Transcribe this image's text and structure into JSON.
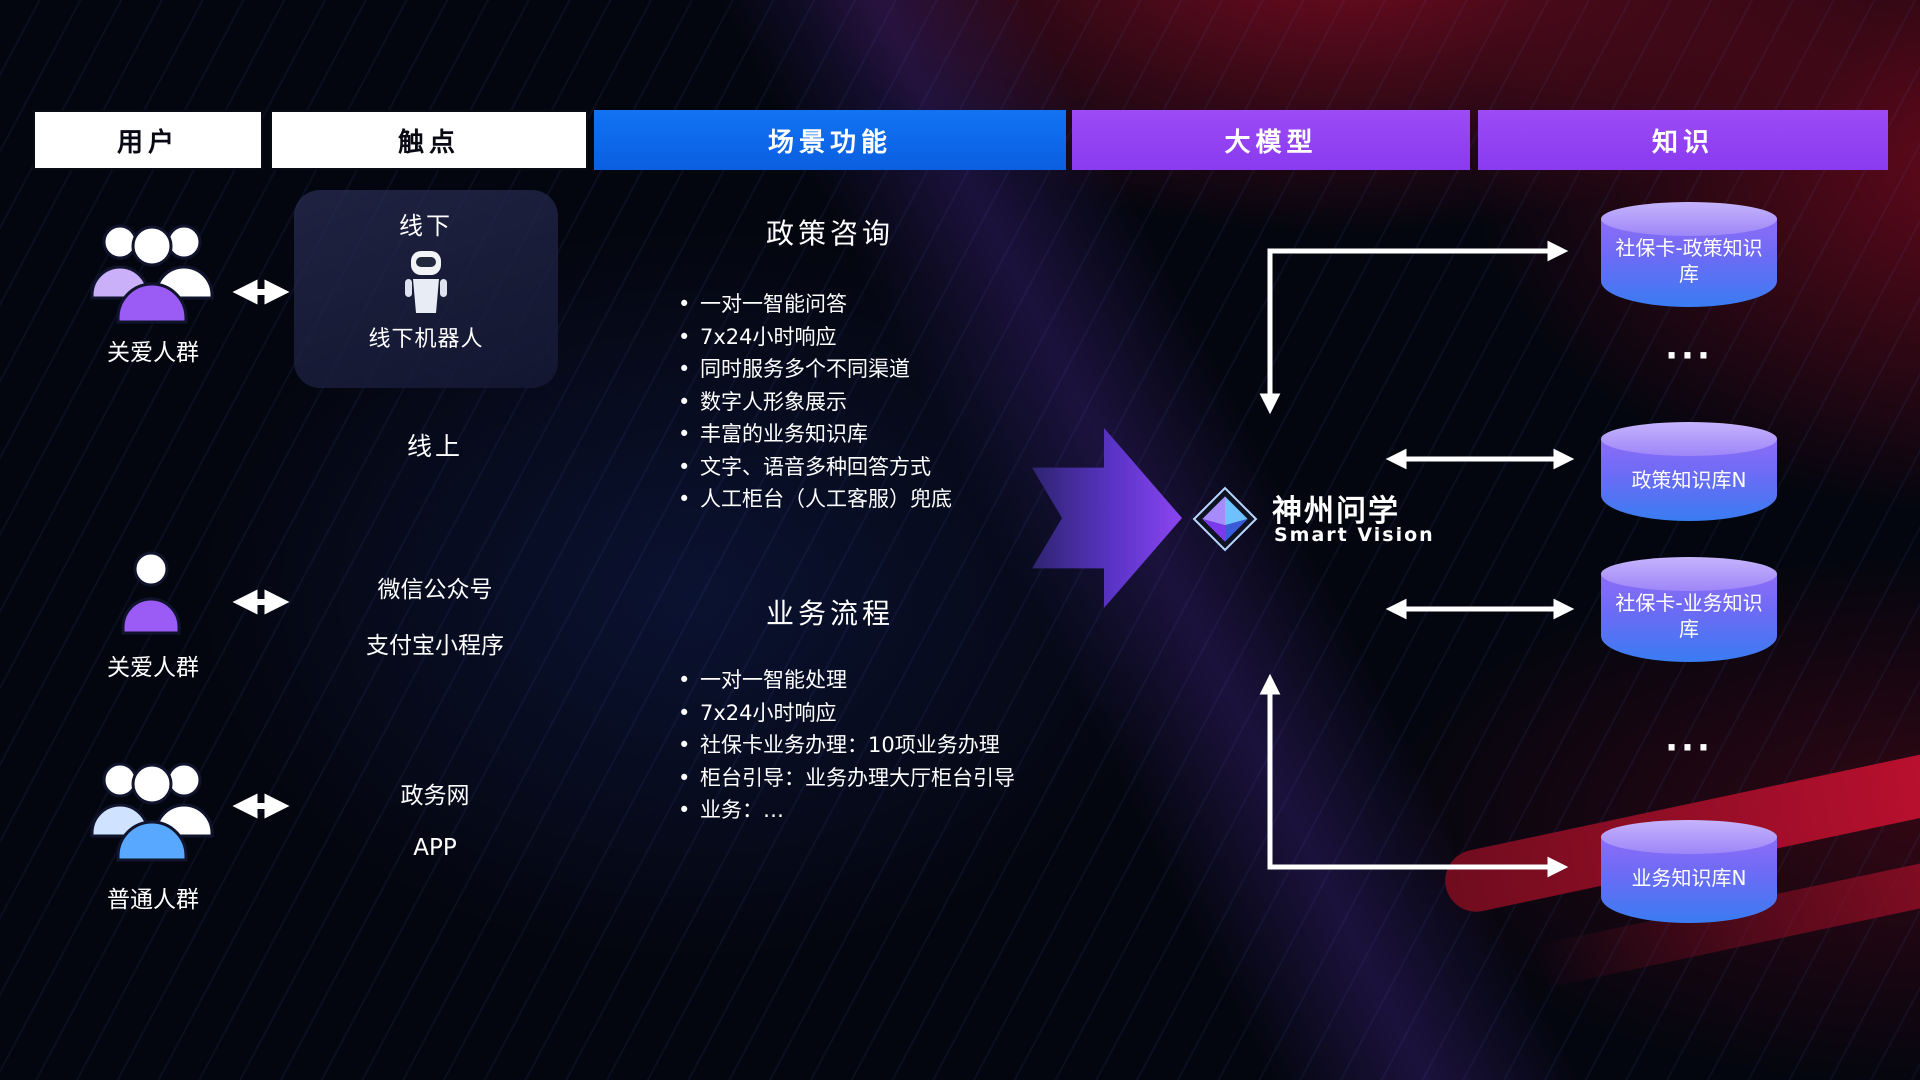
{
  "header": {
    "columns": [
      {
        "label": "用户"
      },
      {
        "label": "触点"
      },
      {
        "label": "场景功能"
      },
      {
        "label": "大模型"
      },
      {
        "label": "知识"
      }
    ]
  },
  "users": [
    {
      "label": "关爱人群"
    },
    {
      "label": "关爱人群"
    },
    {
      "label": "普通人群"
    }
  ],
  "touchpoints": {
    "offline_title": "线下",
    "offline_robot": "线下机器人",
    "online_title": "线上",
    "wechat": "微信公众号",
    "alipay": "支付宝小程序",
    "gov_web": "政务网",
    "app": "APP"
  },
  "scenes": [
    {
      "title": "政策咨询",
      "items": [
        "一对一智能问答",
        "7x24小时响应",
        "同时服务多个不同渠道",
        "数字人形象展示",
        "丰富的业务知识库",
        "文字、语音多种回答方式",
        "人工柜台（人工客服）兜底"
      ]
    },
    {
      "title": "业务流程",
      "items": [
        "一对一智能处理",
        "7x24小时响应",
        "社保卡业务办理：10项业务办理",
        "柜台引导：业务办理大厅柜台引导",
        "业务：…"
      ]
    }
  ],
  "model": {
    "name": "神州问学",
    "subtitle": "Smart Vision"
  },
  "knowledge": {
    "databases": [
      "社保卡-政策知识库",
      "政策知识库N",
      "社保卡-业务知识库",
      "业务知识库N"
    ],
    "ellipsis": "···"
  },
  "colors": {
    "header_blue": "#0b66ee",
    "header_purple": "#9a49f2",
    "cylinder_top": "#c6b4fc",
    "cylinder_body_start": "#8e6cf7",
    "cylinder_body_end": "#3a7cf2",
    "flow_arrow_purple": "#8b45f0",
    "accent_red": "#c01030",
    "connector_white": "#ffffff"
  }
}
